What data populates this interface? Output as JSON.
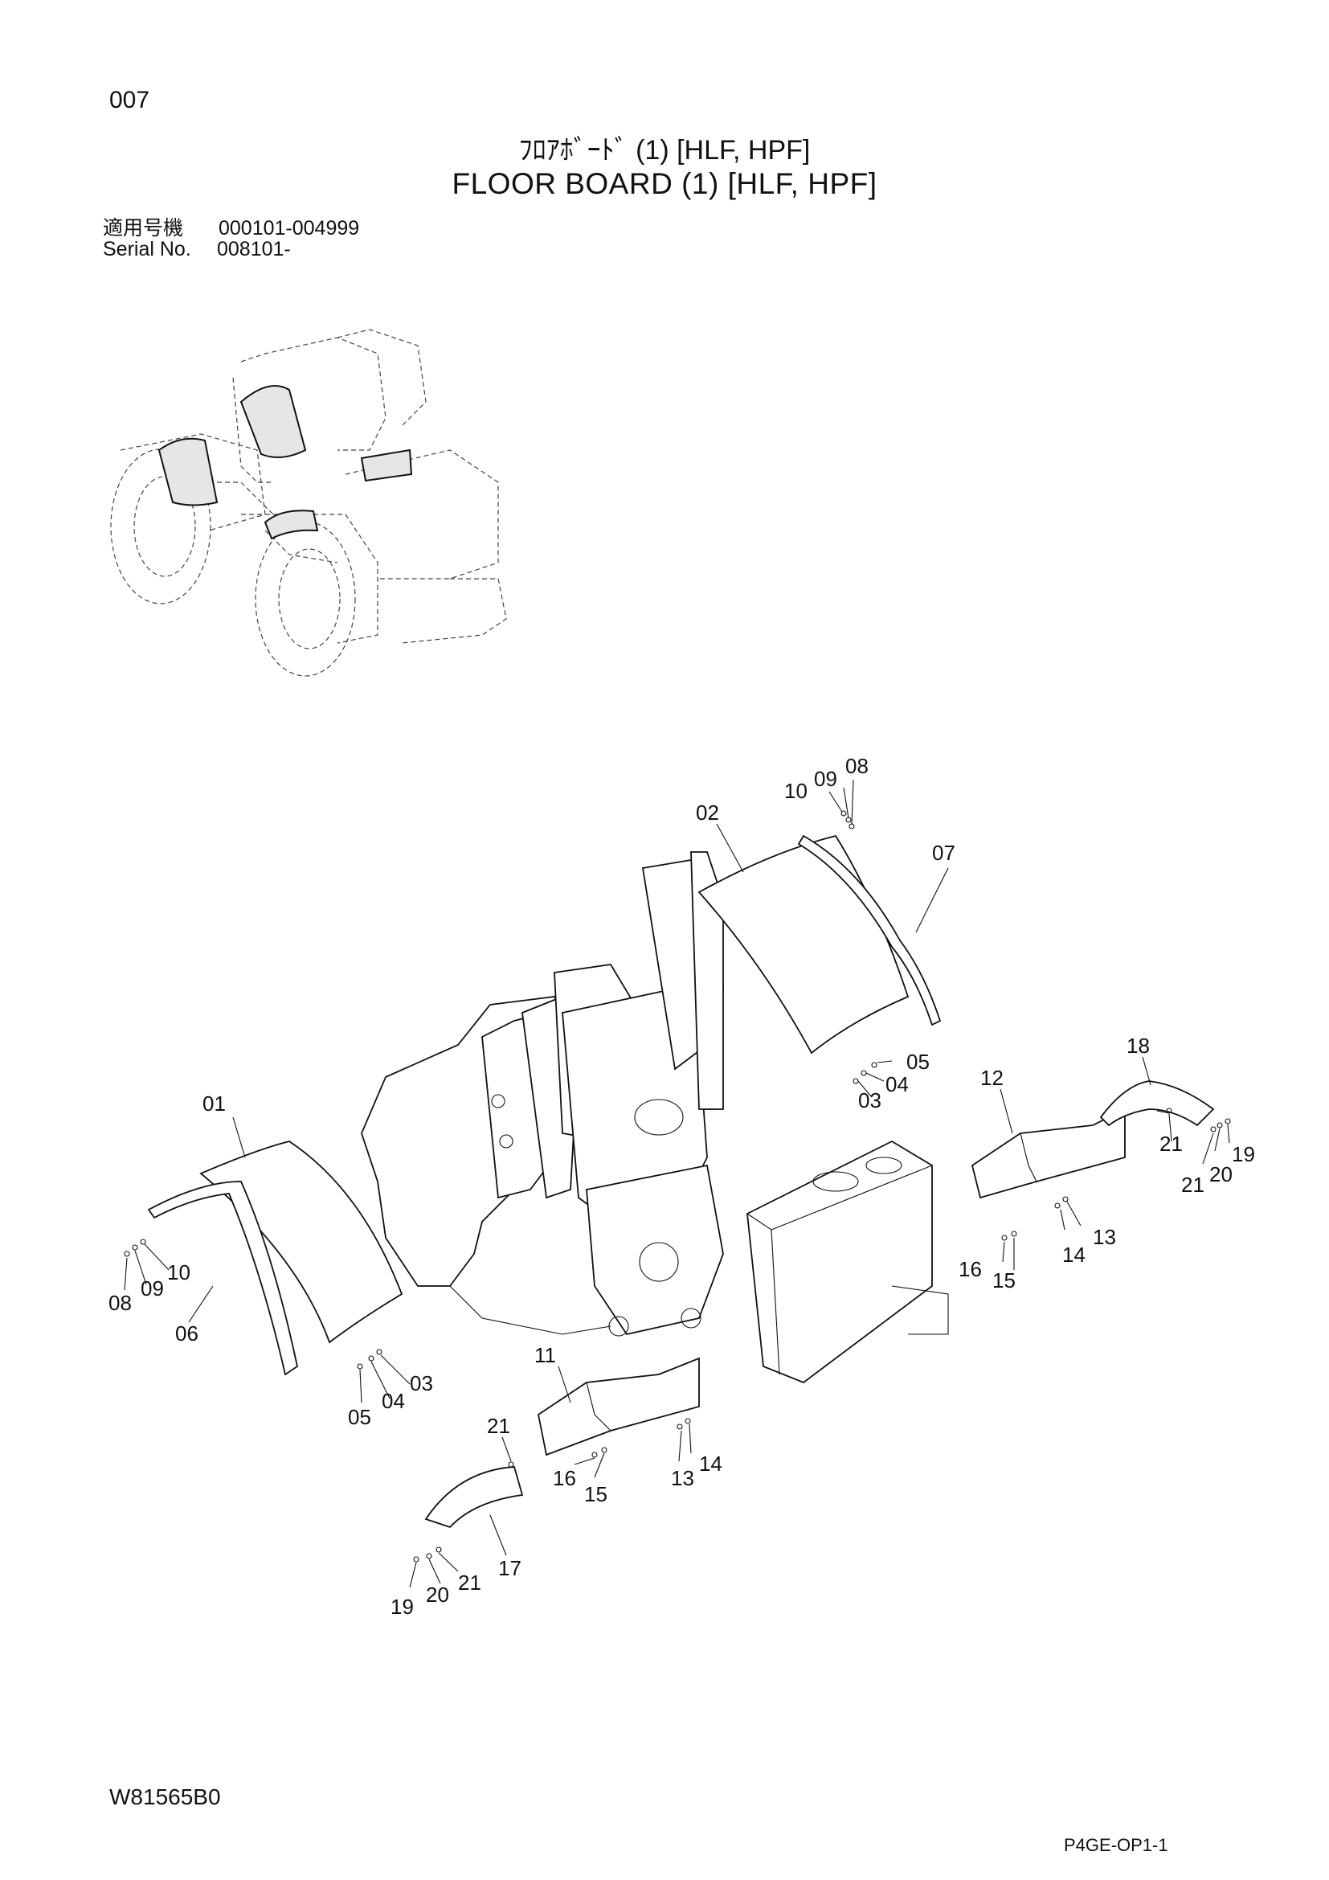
{
  "header": {
    "page_number": "007",
    "title_jp": "ﾌﾛｱﾎﾞｰﾄﾞ (1) [HLF, HPF]",
    "title_en": "FLOOR BOARD (1) [HLF, HPF]",
    "serial_jp_label": "適用号機",
    "serial_jp_range": "000101-004999",
    "serial_en_label": "Serial  No.",
    "serial_en_range": "008101-"
  },
  "footer": {
    "drawing_code": "W81565B0",
    "page_code": "P4GE-OP1-1"
  },
  "callouts": {
    "c01": "01",
    "c02": "02",
    "c03a": "03",
    "c04a": "04",
    "c05a": "05",
    "c03b": "03",
    "c04b": "04",
    "c05b": "05",
    "c06": "06",
    "c07": "07",
    "c08a": "08",
    "c09a": "09",
    "c10a": "10",
    "c08b": "08",
    "c09b": "09",
    "c10b": "10",
    "c11": "11",
    "c12": "12",
    "c13a": "13",
    "c14a": "14",
    "c13b": "13",
    "c14b": "14",
    "c15a": "15",
    "c16a": "16",
    "c15b": "15",
    "c16b": "16",
    "c17": "17",
    "c18": "18",
    "c19a": "19",
    "c20a": "20",
    "c21a": "21",
    "c21b": "21",
    "c19b": "19",
    "c20b": "20",
    "c21c": "21",
    "c21d": "21"
  }
}
